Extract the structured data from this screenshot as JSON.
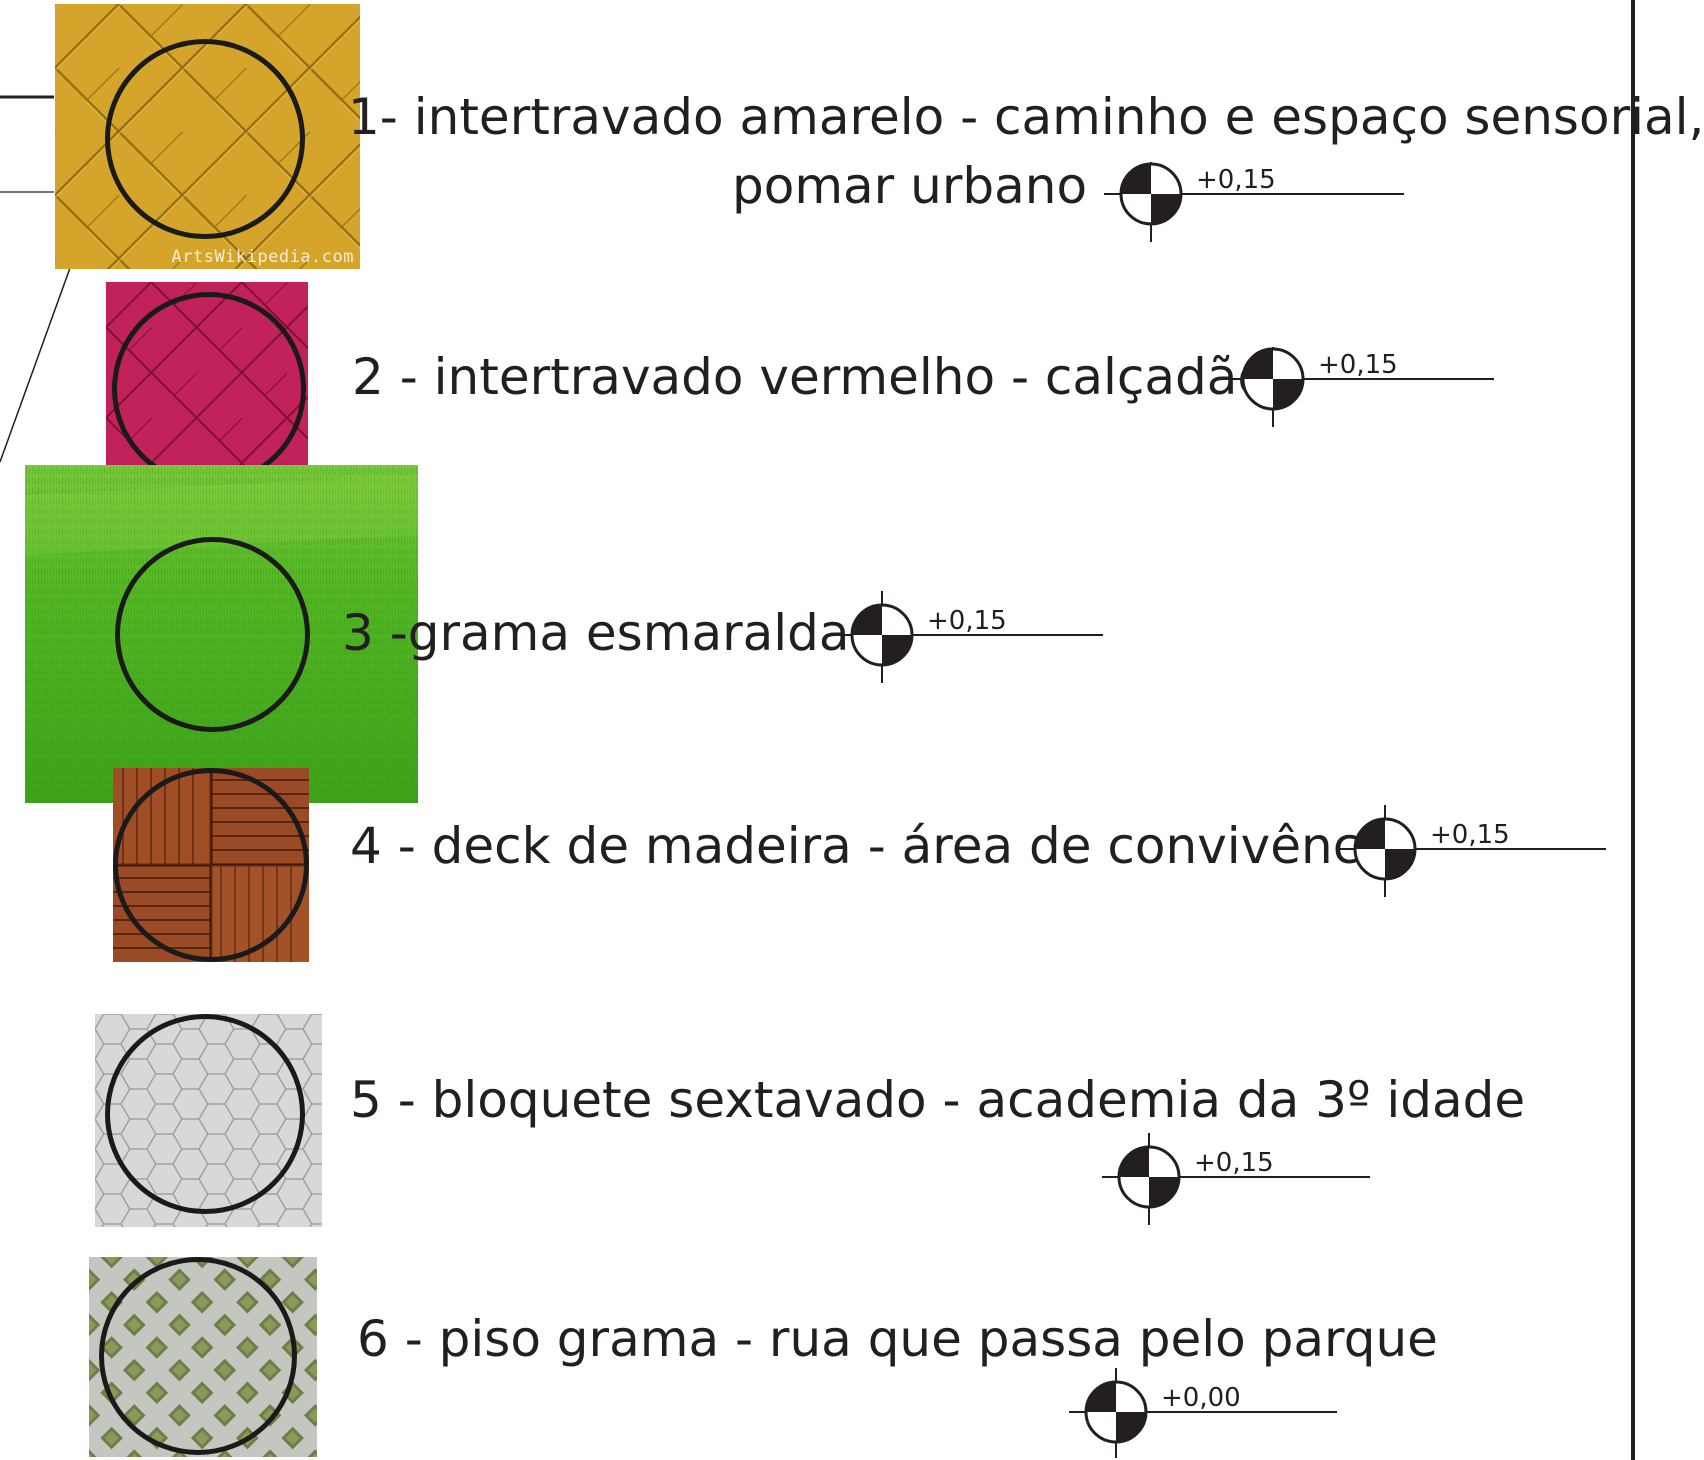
{
  "colors": {
    "yellow": "#d8a92e",
    "red": "#c2225c",
    "grass": "#47b21f",
    "wood": "#9a4a25",
    "hex_paver": "#cfd2d4",
    "grass_paver": "#c4c7bf",
    "ink": "#231f20"
  },
  "items": [
    {
      "line1": "1- intertravado amarelo - caminho e espaço sensorial,",
      "line2": "pomar urbano",
      "level": "+0,15",
      "watermark": "ArtsWikipedia.com",
      "icon": "yellow-interlocking-paver"
    },
    {
      "line1": "2 - intertravado vermelho - calçadão",
      "level": "+0,15",
      "icon": "red-interlocking-paver"
    },
    {
      "line1": "3 -grama esmaralda",
      "level": "+0,15",
      "icon": "emerald-grass"
    },
    {
      "line1": "4 - deck de madeira - área de convivência",
      "level": "+0,15",
      "icon": "wood-deck"
    },
    {
      "line1": "5 - bloquete sextavado - academia da 3º idade",
      "level": "+0,15",
      "icon": "hexagonal-block"
    },
    {
      "line1": "6 - piso grama - rua que passa pelo parque",
      "level": "+0,00",
      "icon": "grass-paver"
    }
  ]
}
